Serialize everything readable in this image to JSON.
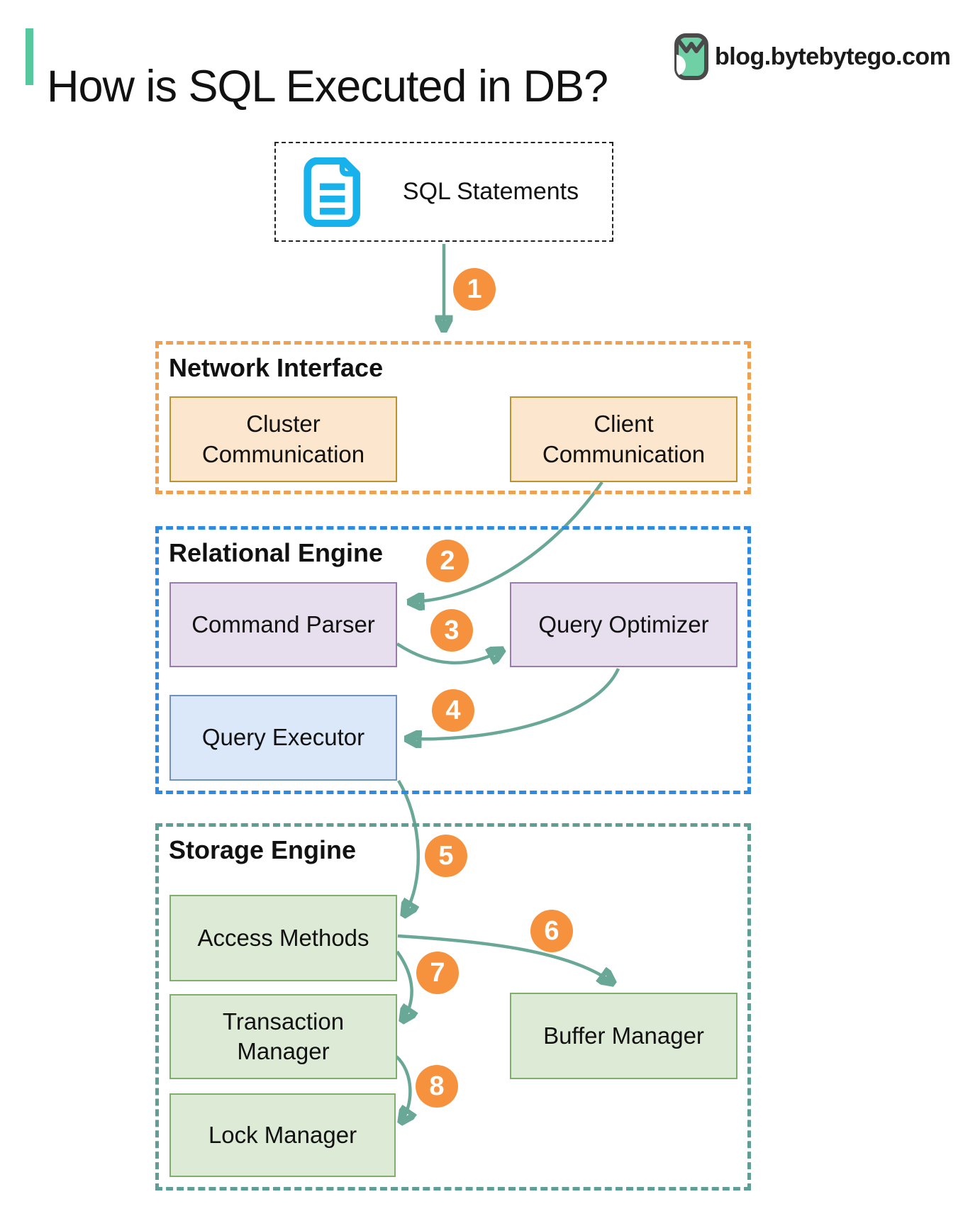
{
  "header": {
    "title": "How is SQL Executed in DB?",
    "site_label": "blog.bytebytego.com",
    "accent_color": "#57C79E"
  },
  "source_box": {
    "label": "SQL Statements",
    "icon": "document-icon",
    "icon_color": "#17B2EC"
  },
  "sections": {
    "network_interface": {
      "title": "Network Interface",
      "border_color": "#F0A150"
    },
    "relational_engine": {
      "title": "Relational Engine",
      "border_color": "#2F8BE2"
    },
    "storage_engine": {
      "title": "Storage Engine",
      "border_color": "#5F9E94"
    }
  },
  "nodes": {
    "cluster_communication": {
      "label": "Cluster Communication",
      "fill": "#FCE6CE",
      "border": "#BE9226"
    },
    "client_communication": {
      "label": "Client Communication",
      "fill": "#FCE6CE",
      "border": "#BE9226"
    },
    "command_parser": {
      "label": "Command Parser",
      "fill": "#E7DEEE",
      "border": "#9A7BAB"
    },
    "query_optimizer": {
      "label": "Query Optimizer",
      "fill": "#E7DEEE",
      "border": "#9A7BAB"
    },
    "query_executor": {
      "label": "Query Executor",
      "fill": "#DBE8FA",
      "border": "#7191C1"
    },
    "access_methods": {
      "label": "Access Methods",
      "fill": "#DDEBD6",
      "border": "#80AF6C"
    },
    "transaction_manager": {
      "label": "Transaction Manager",
      "fill": "#DDEBD6",
      "border": "#80AF6C"
    },
    "lock_manager": {
      "label": "Lock Manager",
      "fill": "#DDEBD6",
      "border": "#80AF6C"
    },
    "buffer_manager": {
      "label": "Buffer Manager",
      "fill": "#DDEBD6",
      "border": "#80AF6C"
    }
  },
  "steps": [
    "1",
    "2",
    "3",
    "4",
    "5",
    "6",
    "7",
    "8"
  ],
  "flow_color": "#69A797",
  "step_badge_color": "#F6923D"
}
